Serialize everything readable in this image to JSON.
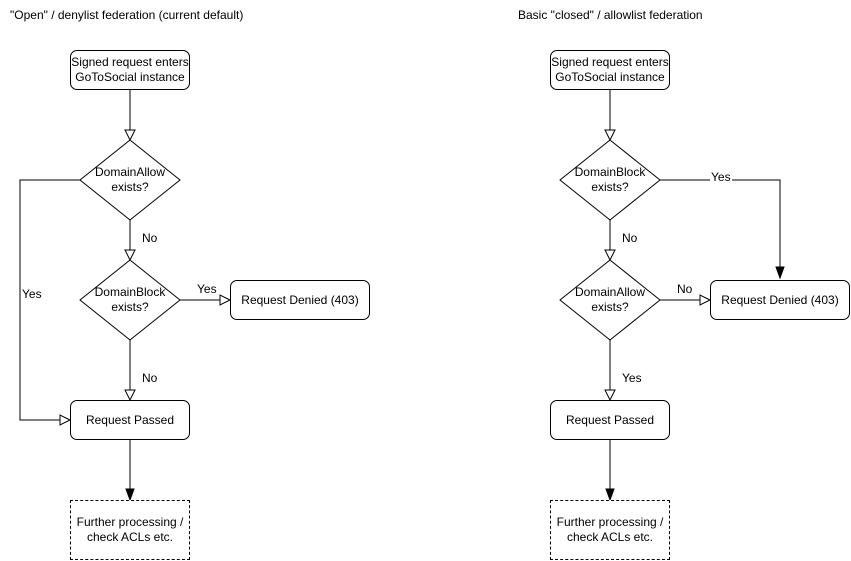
{
  "colors": {
    "stroke": "#000000",
    "background": "#ffffff",
    "text": "#000000"
  },
  "left": {
    "title": "\"Open\" / denylist federation (current default)",
    "nodes": {
      "start": "Signed request enters\nGoToSocial instance",
      "decision_allow": "DomainAllow\nexists?",
      "decision_block": "DomainBlock\nexists?",
      "denied": "Request Denied (403)",
      "passed": "Request Passed",
      "further": "Further processing /\ncheck ACLs etc."
    },
    "edge_labels": {
      "allow_yes": "Yes",
      "allow_no": "No",
      "block_yes": "Yes",
      "block_no": "No"
    }
  },
  "right": {
    "title": "Basic \"closed\" / allowlist federation",
    "nodes": {
      "start": "Signed request enters\nGoToSocial instance",
      "decision_block": "DomainBlock\nexists?",
      "decision_allow": "DomainAllow\nexists?",
      "denied": "Request Denied (403)",
      "passed": "Request Passed",
      "further": "Further processing /\ncheck ACLs etc."
    },
    "edge_labels": {
      "block_yes": "Yes",
      "block_no": "No",
      "allow_no": "No",
      "allow_yes": "Yes"
    }
  }
}
